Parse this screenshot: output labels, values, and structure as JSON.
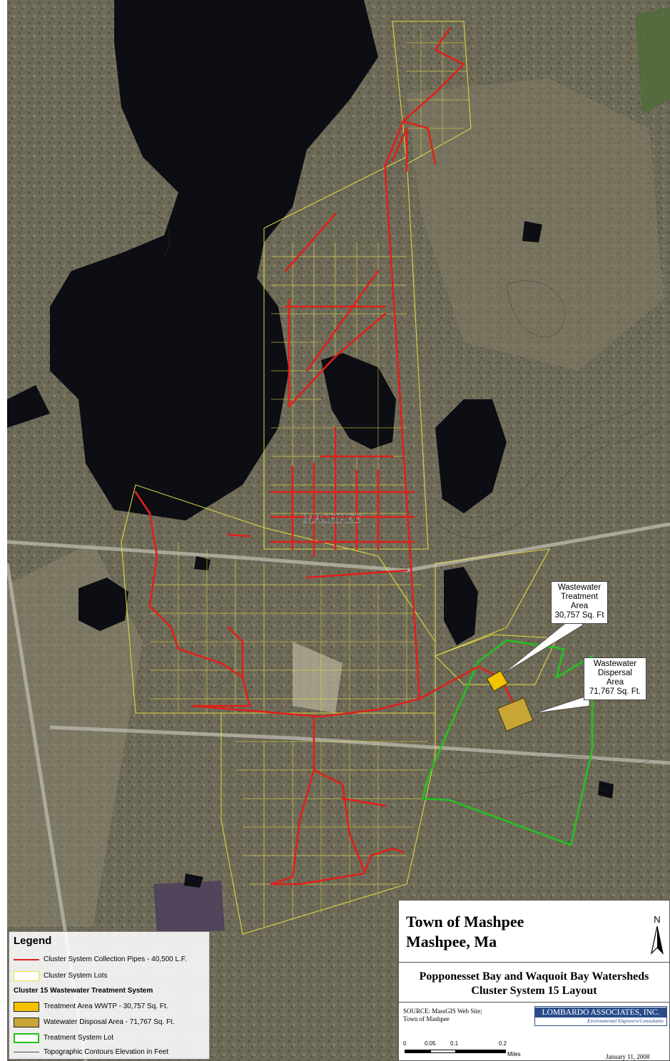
{
  "map": {
    "place_label": "MASHPEE",
    "colors": {
      "pipe": "#e0201a",
      "lot": "#e8e040",
      "treatment_area": "#f3c200",
      "disposal_area": "#c8a536",
      "system_lot": "#22c21f",
      "contour": "#4a4a4a"
    }
  },
  "callouts": {
    "treatment": {
      "lines": [
        "Wastewater",
        "Treatment",
        "Area",
        "30,757 Sq. Ft"
      ]
    },
    "disposal": {
      "lines": [
        "Wastewater",
        "Dispersal",
        "Area",
        "71,767 Sq. Ft."
      ]
    }
  },
  "legend": {
    "title": "Legend",
    "items": [
      {
        "label": "Cluster System Collection Pipes - 40,500 L.F."
      },
      {
        "label": "Cluster System Lots"
      }
    ],
    "subheading": "Cluster 15 Wastewater Treatment System",
    "system_items": [
      {
        "label": "Treatment Area WWTP - 30,757 Sq. Ft."
      },
      {
        "label": "Watewater Disposal Area - 71,767 Sq. Ft."
      },
      {
        "label": "Treatment System Lot"
      },
      {
        "label": "Topographic Contours Elevation in Feet"
      }
    ]
  },
  "title_block": {
    "town": "Town of Mashpee",
    "place": "Mashpee, Ma",
    "project_line1": "Popponesset Bay and Waquoit Bay Watersheds",
    "project_line2": "Cluster System 15 Layout",
    "source_line1": "SOURCE: MassGIS Web Site;",
    "source_line2": "Town of Mashpee",
    "firm_name": "LOMBARDO ASSOCIATES, INC.",
    "firm_subtitle": "Environmental Engineers/Consultants",
    "date": "January 11, 2008",
    "north_label": "N",
    "scale": {
      "ticks": [
        "0",
        "0.05",
        "0.1",
        "0.2"
      ],
      "unit": "Miles"
    }
  }
}
